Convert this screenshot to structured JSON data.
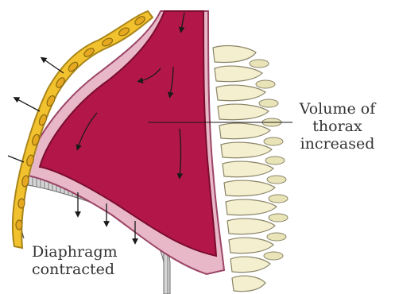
{
  "labels": {
    "volume_line1": "Volume of",
    "volume_line2": "thorax",
    "volume_line3": "increased",
    "diaphragm_line1": "Diaphragm",
    "diaphragm_line2": "contracted"
  },
  "colors": {
    "lung": "#b3174a",
    "lung_outline": "#7a0c2e",
    "pleura": "#e8b8c8",
    "rib": "#f2c22e",
    "rib_outline": "#a9851a",
    "vertebra": "#f4f0cf",
    "vertebra_outline": "#8a8468",
    "muscle": "#c9c9c9",
    "arrow": "#1a1a1a"
  }
}
